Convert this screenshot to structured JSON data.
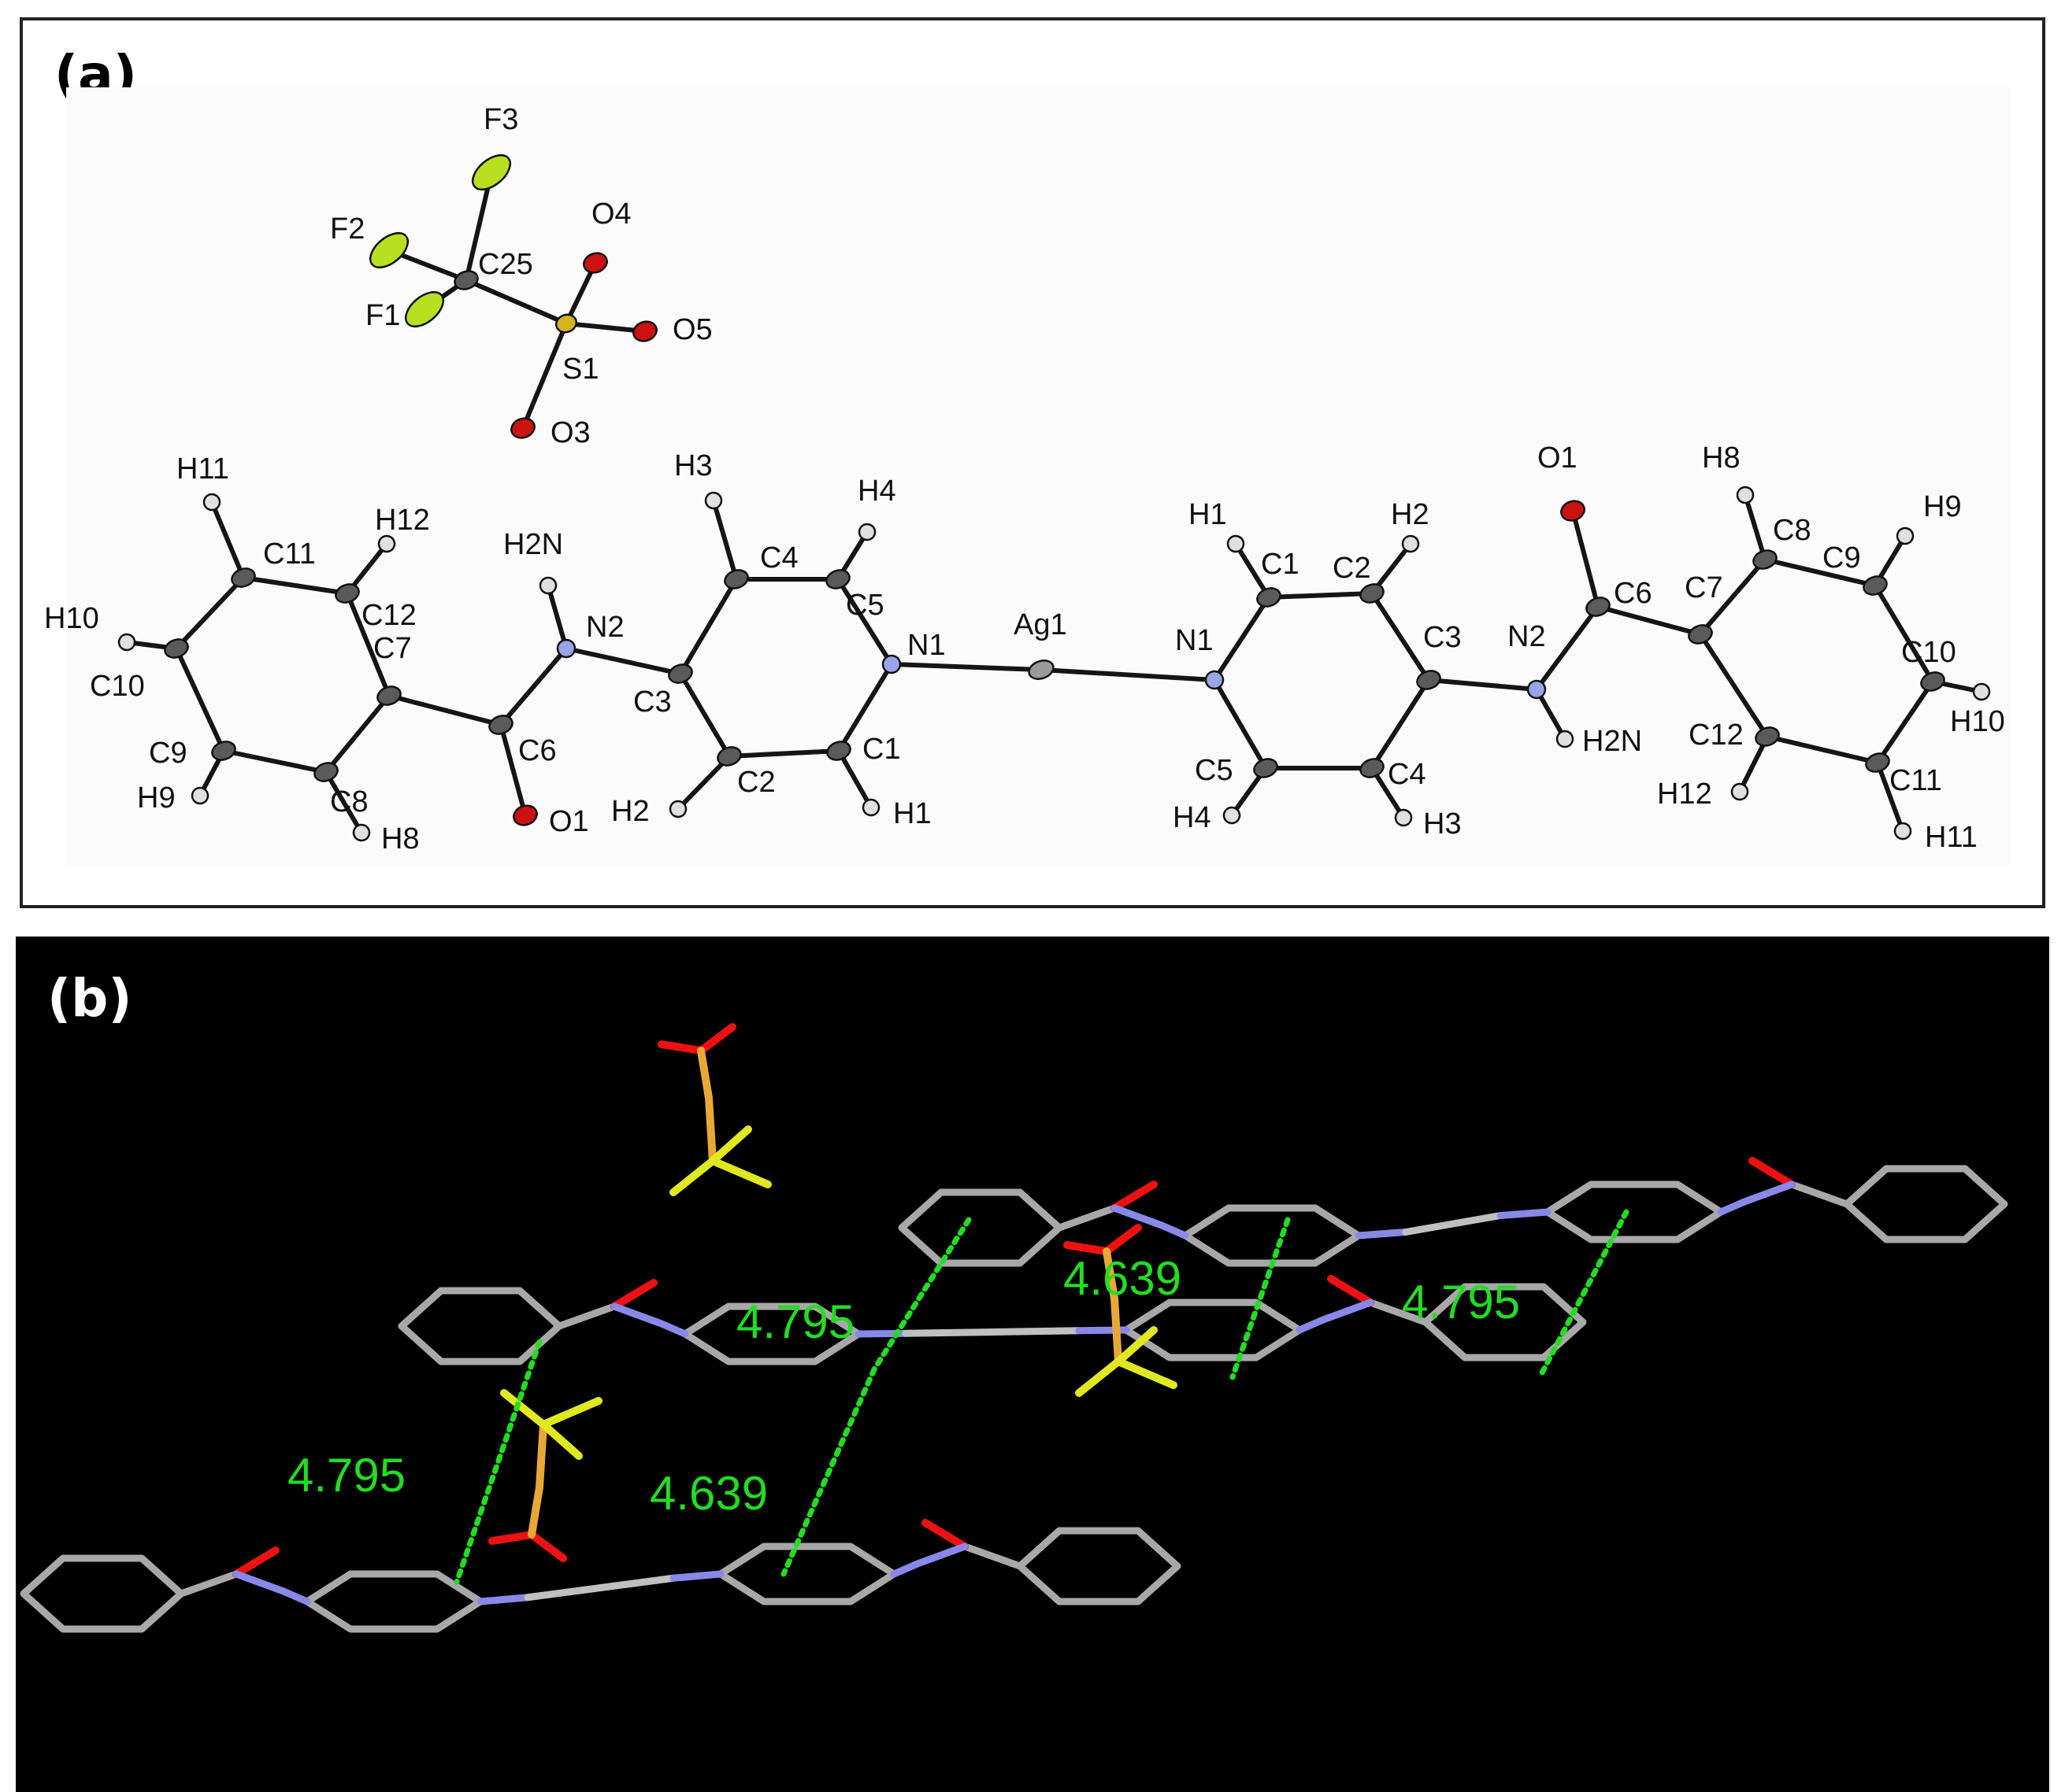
{
  "panel_a": {
    "label": "(a)",
    "atoms": [
      {
        "id": "F3",
        "label": "F3",
        "el": "F"
      },
      {
        "id": "F2",
        "label": "F2",
        "el": "F"
      },
      {
        "id": "F1",
        "label": "F1",
        "el": "F"
      },
      {
        "id": "C25",
        "label": "C25",
        "el": "C"
      },
      {
        "id": "S1",
        "label": "S1",
        "el": "S"
      },
      {
        "id": "O4",
        "label": "O4",
        "el": "O"
      },
      {
        "id": "O5",
        "label": "O5",
        "el": "O"
      },
      {
        "id": "O3",
        "label": "O3",
        "el": "O"
      },
      {
        "id": "L_C11",
        "label": "C11",
        "el": "C"
      },
      {
        "id": "L_H11",
        "label": "H11",
        "el": "H"
      },
      {
        "id": "L_C12",
        "label": "C12",
        "el": "C"
      },
      {
        "id": "L_H12",
        "label": "H12",
        "el": "H"
      },
      {
        "id": "L_C10",
        "label": "C10",
        "el": "C"
      },
      {
        "id": "L_H10",
        "label": "H10",
        "el": "H"
      },
      {
        "id": "L_C9",
        "label": "C9",
        "el": "C"
      },
      {
        "id": "L_H9",
        "label": "H9",
        "el": "H"
      },
      {
        "id": "L_C8",
        "label": "C8",
        "el": "C"
      },
      {
        "id": "L_H8",
        "label": "H8",
        "el": "H"
      },
      {
        "id": "L_C7",
        "label": "C7",
        "el": "C"
      },
      {
        "id": "L_C6",
        "label": "C6",
        "el": "C"
      },
      {
        "id": "L_O1",
        "label": "O1",
        "el": "O"
      },
      {
        "id": "L_N2",
        "label": "N2",
        "el": "N"
      },
      {
        "id": "L_H2N",
        "label": "H2N",
        "el": "H"
      },
      {
        "id": "L_C3",
        "label": "C3",
        "el": "C"
      },
      {
        "id": "L_C4",
        "label": "C4",
        "el": "C"
      },
      {
        "id": "L_H3",
        "label": "H3",
        "el": "H"
      },
      {
        "id": "L_C5",
        "label": "C5",
        "el": "C"
      },
      {
        "id": "L_H4",
        "label": "H4",
        "el": "H"
      },
      {
        "id": "L_N1",
        "label": "N1",
        "el": "N"
      },
      {
        "id": "L_C1",
        "label": "C1",
        "el": "C"
      },
      {
        "id": "L_H1",
        "label": "H1",
        "el": "H"
      },
      {
        "id": "L_C2",
        "label": "C2",
        "el": "C"
      },
      {
        "id": "L_H2",
        "label": "H2",
        "el": "H"
      },
      {
        "id": "Ag1",
        "label": "Ag1",
        "el": "Ag"
      },
      {
        "id": "R_N1",
        "label": "N1",
        "el": "N"
      },
      {
        "id": "R_C1",
        "label": "C1",
        "el": "C"
      },
      {
        "id": "R_H1",
        "label": "H1",
        "el": "H"
      },
      {
        "id": "R_C2",
        "label": "C2",
        "el": "C"
      },
      {
        "id": "R_H2",
        "label": "H2",
        "el": "H"
      },
      {
        "id": "R_C3",
        "label": "C3",
        "el": "C"
      },
      {
        "id": "R_C4",
        "label": "C4",
        "el": "C"
      },
      {
        "id": "R_H3",
        "label": "H3",
        "el": "H"
      },
      {
        "id": "R_C5",
        "label": "C5",
        "el": "C"
      },
      {
        "id": "R_H4",
        "label": "H4",
        "el": "H"
      },
      {
        "id": "R_N2",
        "label": "N2",
        "el": "N"
      },
      {
        "id": "R_H2N",
        "label": "H2N",
        "el": "H"
      },
      {
        "id": "R_C6",
        "label": "C6",
        "el": "C"
      },
      {
        "id": "R_O1",
        "label": "O1",
        "el": "O"
      },
      {
        "id": "R_C7",
        "label": "C7",
        "el": "C"
      },
      {
        "id": "R_C8",
        "label": "C8",
        "el": "C"
      },
      {
        "id": "R_H8",
        "label": "H8",
        "el": "H"
      },
      {
        "id": "R_C9",
        "label": "C9",
        "el": "C"
      },
      {
        "id": "R_H9",
        "label": "H9",
        "el": "H"
      },
      {
        "id": "R_C10",
        "label": "C10",
        "el": "C"
      },
      {
        "id": "R_H10",
        "label": "H10",
        "el": "H"
      },
      {
        "id": "R_C11",
        "label": "C11",
        "el": "C"
      },
      {
        "id": "R_H11",
        "label": "H11",
        "el": "H"
      },
      {
        "id": "R_C12",
        "label": "C12",
        "el": "C"
      },
      {
        "id": "R_H12",
        "label": "H12",
        "el": "H"
      }
    ]
  },
  "panel_b": {
    "label": "(b)",
    "distances": [
      "4.795",
      "4.639",
      "4.795",
      "4.795",
      "4.639"
    ]
  },
  "element_colors": {
    "C": "#5a5a5a",
    "H": "#e0e0e0",
    "N": "#9aa4e6",
    "O": "#cc1111",
    "S": "#d4b420",
    "F": "#b8e020",
    "Ag": "#9a9a9a"
  },
  "stick_colors": {
    "C": "#a8a8a8",
    "N": "#8888e8",
    "O": "#ee1111",
    "S": "#e8a838",
    "F": "#e0e820",
    "Ag": "#c0c0c0",
    "contact": "#22dd22"
  }
}
